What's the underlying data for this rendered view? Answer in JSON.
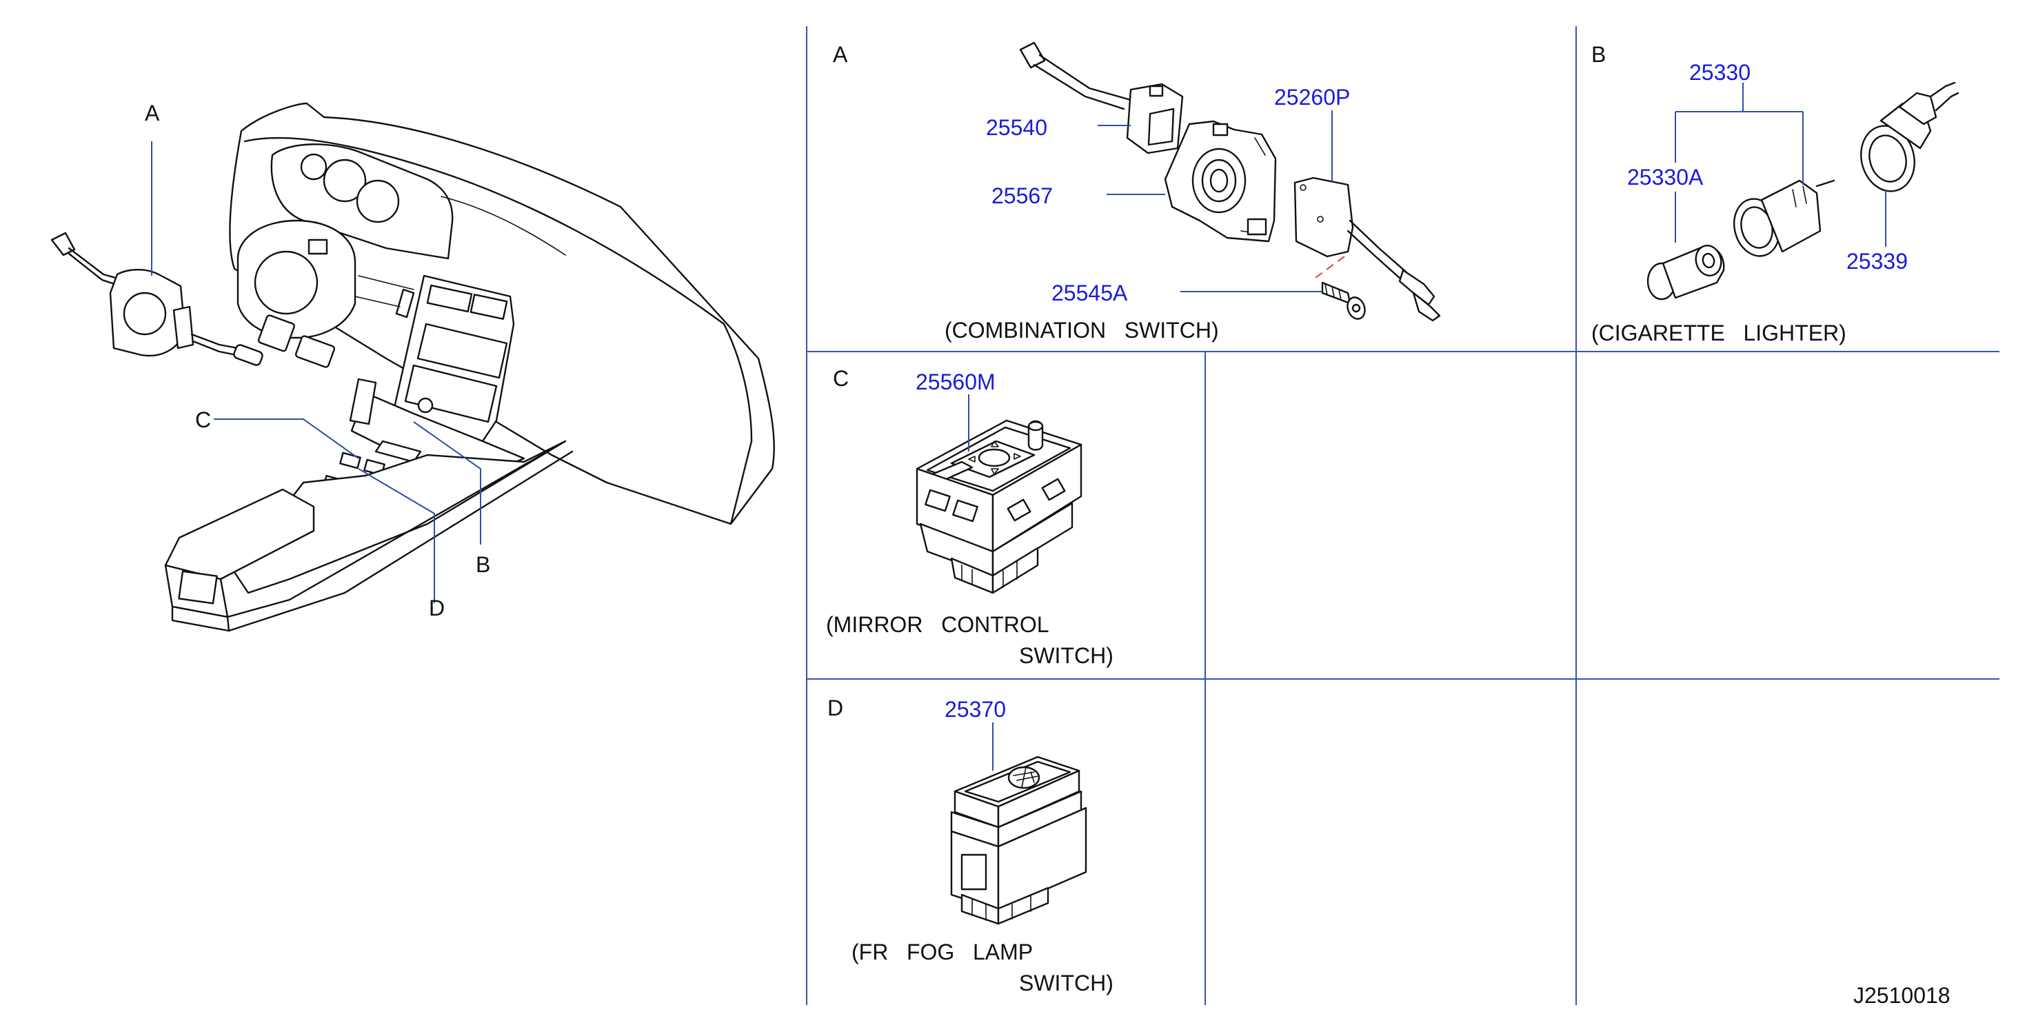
{
  "colors": {
    "part_number": "#1a1adc",
    "grid": "#3a52b0",
    "leader": "#2d4fa8",
    "alignment": "#e23a3a",
    "text": "#111111"
  },
  "overview": {
    "callouts": {
      "a": "A",
      "b": "B",
      "c": "C",
      "d": "D"
    }
  },
  "panel_a": {
    "letter": "A",
    "caption": "(COMBINATION   SWITCH)",
    "parts": {
      "p25540": "25540",
      "p25567": "25567",
      "p25260p": "25260P",
      "p25545a": "25545A"
    }
  },
  "panel_b": {
    "letter": "B",
    "caption": "(CIGARETTE   LIGHTER)",
    "parts": {
      "p25330": "25330",
      "p25330a": "25330A",
      "p25339": "25339"
    }
  },
  "panel_c": {
    "letter": "C",
    "caption_line1": "(MIRROR   CONTROL",
    "caption_line2": "SWITCH)",
    "parts": {
      "p25560m": "25560M"
    }
  },
  "panel_d": {
    "letter": "D",
    "caption_line1": "(FR   FOG   LAMP",
    "caption_line2": "SWITCH)",
    "parts": {
      "p25370": "25370"
    }
  },
  "diagram_code": "J2510018"
}
